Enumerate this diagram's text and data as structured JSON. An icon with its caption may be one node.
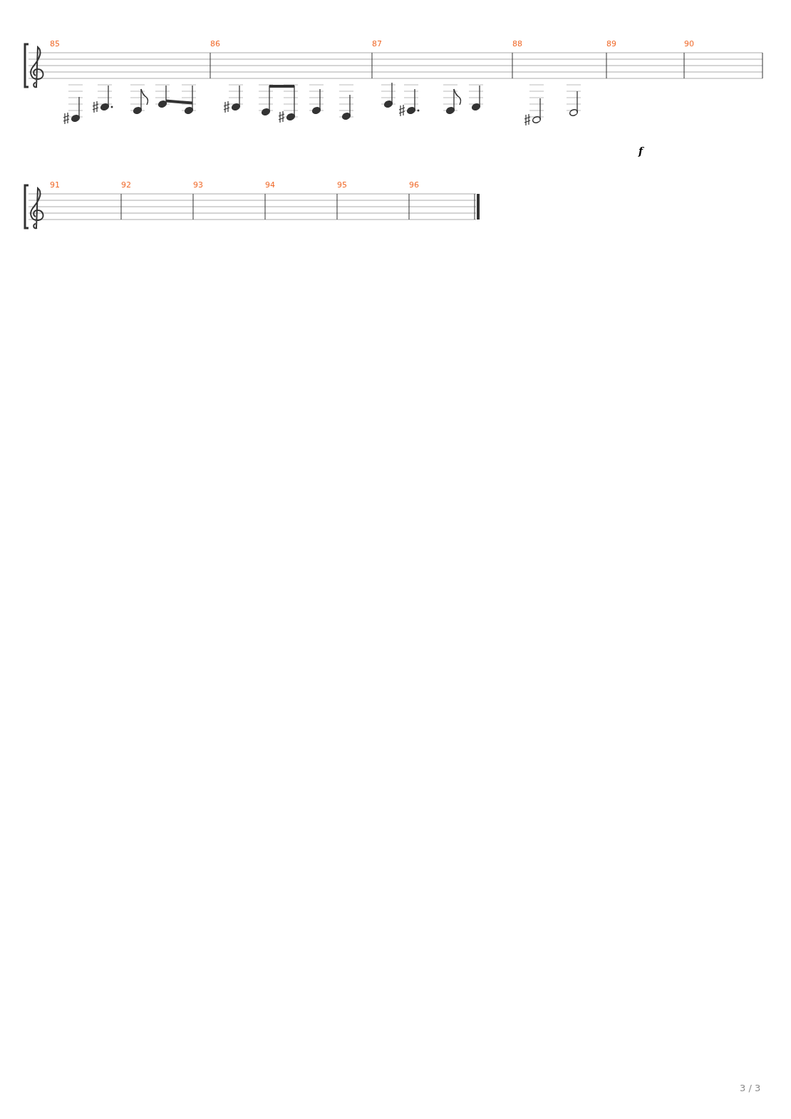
{
  "diagram": {
    "labels": [
      "85",
      "86",
      "87",
      "88",
      "89",
      "90",
      "f",
      "91",
      "92",
      "93",
      "94",
      "95",
      "96",
      "3 / 3"
    ]
  }
}
